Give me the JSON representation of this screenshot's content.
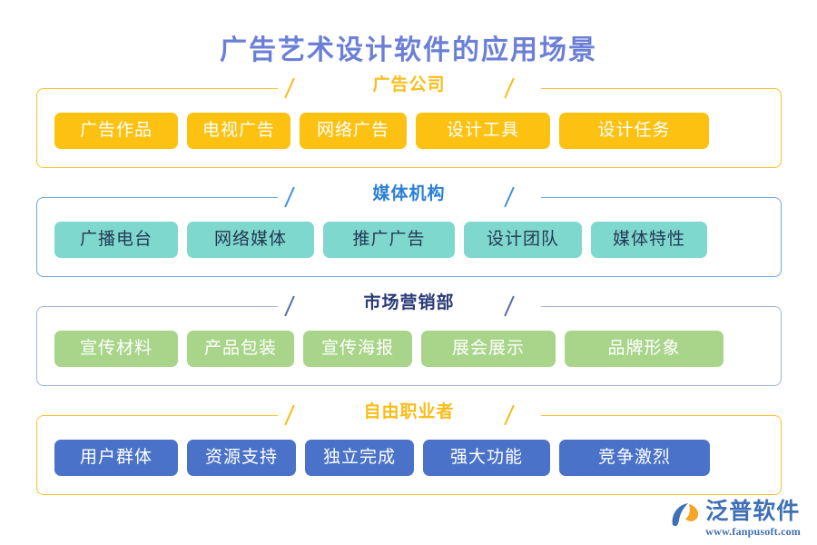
{
  "page": {
    "title": "广告艺术设计软件的应用场景",
    "title_color": "#6b7fd7",
    "background": "#ffffff"
  },
  "sections": [
    {
      "key": "advertising-company",
      "title": "广告公司",
      "border_color": "#fbc02d",
      "title_color": "#f9bc18",
      "pill_bg": "#fdc112",
      "pill_text_color": "#ffffff",
      "items": [
        {
          "label": "广告作品"
        },
        {
          "label": "电视广告"
        },
        {
          "label": "网络广告"
        },
        {
          "label": "设计工具"
        },
        {
          "label": "设计任务"
        }
      ]
    },
    {
      "key": "media-organization",
      "title": "媒体机构",
      "border_color": "#6aa6e0",
      "title_color": "#2b7fd4",
      "pill_bg": "#7fd8cd",
      "pill_text_color": "#243a55",
      "items": [
        {
          "label": "广播电台"
        },
        {
          "label": "网络媒体"
        },
        {
          "label": "推广广告"
        },
        {
          "label": "设计团队"
        },
        {
          "label": "媒体特性"
        }
      ]
    },
    {
      "key": "marketing-department",
      "title": "市场营销部",
      "border_color": "#9fb4d8",
      "title_color": "#2a3a77",
      "pill_bg": "#a8d58a",
      "pill_text_color": "#ffffff",
      "items": [
        {
          "label": "宣传材料"
        },
        {
          "label": "产品包装"
        },
        {
          "label": "宣传海报"
        },
        {
          "label": "展会展示"
        },
        {
          "label": "品牌形象"
        }
      ]
    },
    {
      "key": "freelancer",
      "title": "自由职业者",
      "border_color": "#fbc02d",
      "title_color": "#f9bc18",
      "pill_bg": "#4a72c8",
      "pill_text_color": "#ffffff",
      "items": [
        {
          "label": "用户群体"
        },
        {
          "label": "资源支持"
        },
        {
          "label": "独立完成"
        },
        {
          "label": "强大功能"
        },
        {
          "label": "竞争激烈"
        }
      ]
    }
  ],
  "logo": {
    "name": "泛普软件",
    "url": "www.fanpusoft.com",
    "color": "#3f6fb5",
    "accent_color": "#f5a623"
  }
}
